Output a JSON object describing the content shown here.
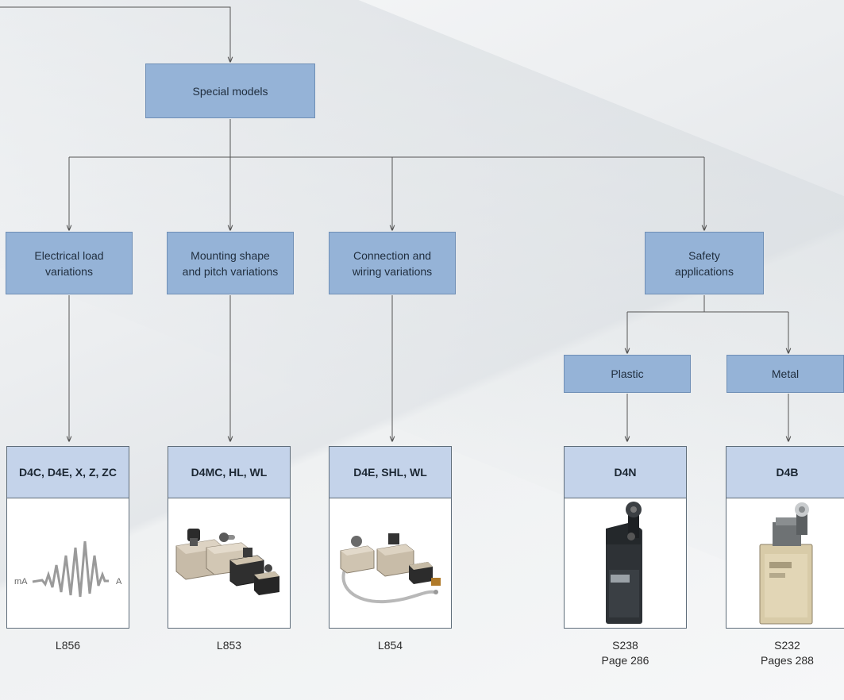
{
  "root": {
    "label": "Special models"
  },
  "categories": [
    {
      "label": "Electrical load\nvariations"
    },
    {
      "label": "Mounting shape\nand pitch variations"
    },
    {
      "label": "Connection and\nwiring variations"
    },
    {
      "label": "Safety\napplications"
    }
  ],
  "safety_types": [
    {
      "label": "Plastic"
    },
    {
      "label": "Metal"
    }
  ],
  "products": [
    {
      "title": "D4C, D4E, X, Z, ZC",
      "ref": "L856",
      "image": "waveform-icon",
      "wave_left": "mA",
      "wave_right": "A"
    },
    {
      "title": "D4MC, HL, WL",
      "ref": "L853",
      "image": "limit-switch-set-image"
    },
    {
      "title": "D4E, SHL, WL",
      "ref": "L854",
      "image": "wired-switch-set-image"
    },
    {
      "title": "D4N",
      "ref": "S238\nPage 286",
      "image": "plastic-safety-switch-image"
    },
    {
      "title": "D4B",
      "ref": "S232\nPages 288",
      "image": "metal-safety-switch-image"
    }
  ],
  "colors": {
    "box_fill": "#95b3d7",
    "card_header_fill": "#c4d3ea",
    "line": "#555555"
  }
}
